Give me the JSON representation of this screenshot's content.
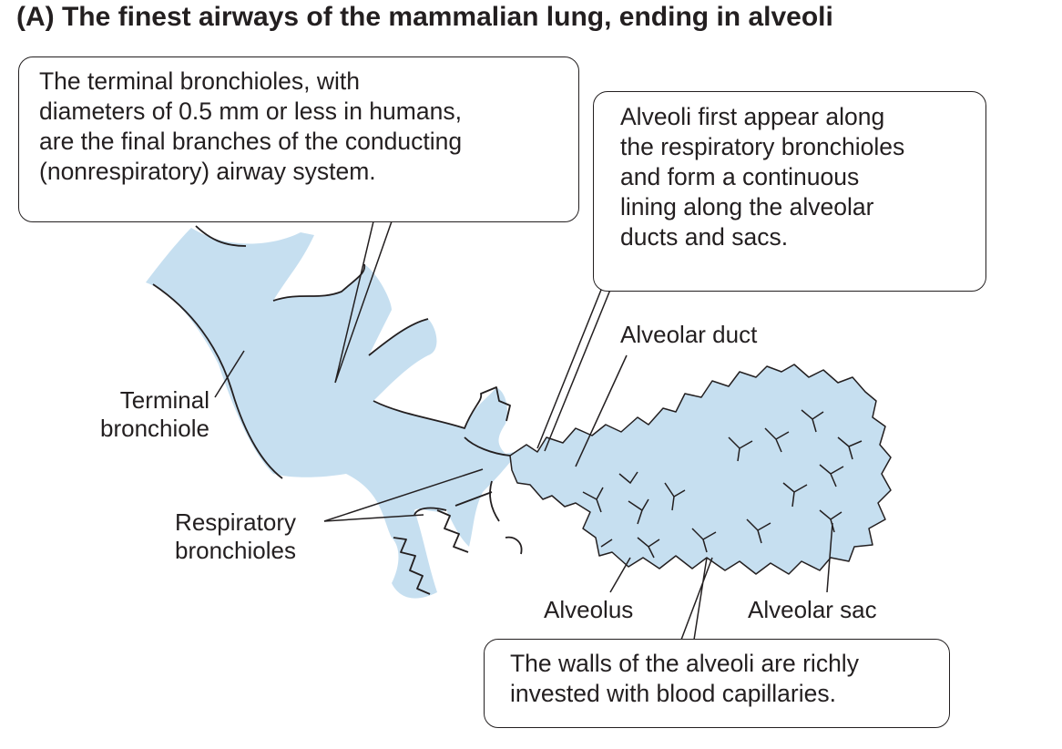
{
  "title": "(A)  The finest airways of the mammalian lung, ending in alveoli",
  "callouts": {
    "terminal": [
      "The terminal bronchioles, with",
      "diameters of 0.5 mm or less in humans,",
      "are the final branches of the conducting",
      "(nonrespiratory) airway system."
    ],
    "alveoli": [
      "Alveoli first appear along",
      "the respiratory bronchioles",
      "and form a continuous",
      "lining along the alveolar",
      "ducts and sacs."
    ],
    "walls": [
      "The walls of the alveoli are richly",
      "invested with blood capillaries."
    ]
  },
  "labels": {
    "terminal_bronchiole": [
      "Terminal",
      "bronchiole"
    ],
    "respiratory_bronchioles": [
      "Respiratory",
      "bronchioles"
    ],
    "alveolar_duct": "Alveolar duct",
    "alveolus": "Alveolus",
    "alveolar_sac": "Alveolar sac"
  },
  "colors": {
    "airway_fill": "#c6dff0",
    "outline": "#231f20",
    "text": "#231f20"
  }
}
